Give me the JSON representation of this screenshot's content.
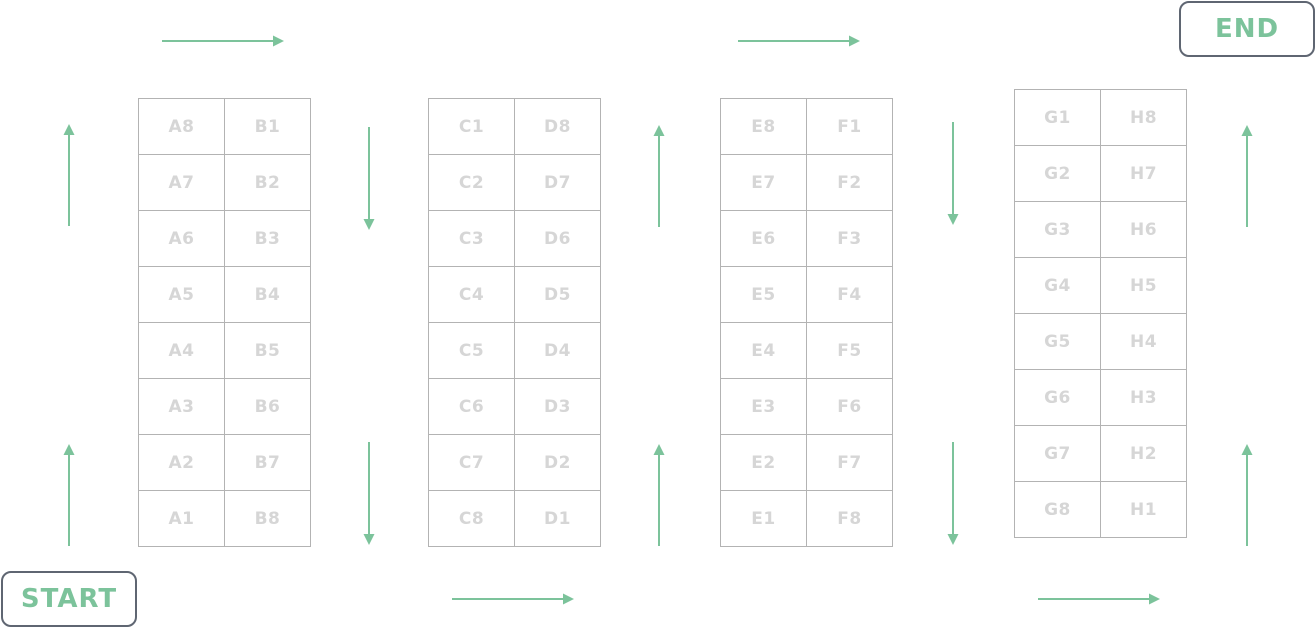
{
  "colors": {
    "arrow": "#7cc39b",
    "terminal_text": "#7cc39b",
    "terminal_border": "#5f6672",
    "grid_line": "#b3b3b3",
    "cell_text": "#d6d6d6"
  },
  "terminals": {
    "start": "START",
    "end": "END"
  },
  "racks": [
    {
      "cells": [
        "A8",
        "B1",
        "A7",
        "B2",
        "A6",
        "B3",
        "A5",
        "B4",
        "A4",
        "B5",
        "A3",
        "B6",
        "A2",
        "B7",
        "A1",
        "B8"
      ]
    },
    {
      "cells": [
        "C1",
        "D8",
        "C2",
        "D7",
        "C3",
        "D6",
        "C4",
        "D5",
        "C5",
        "D4",
        "C6",
        "D3",
        "C7",
        "D2",
        "C8",
        "D1"
      ]
    },
    {
      "cells": [
        "E8",
        "F1",
        "E7",
        "F2",
        "E6",
        "F3",
        "E5",
        "F4",
        "E4",
        "F5",
        "E3",
        "F6",
        "E2",
        "F7",
        "E1",
        "F8"
      ]
    },
    {
      "cells": [
        "G1",
        "H8",
        "G2",
        "H7",
        "G3",
        "H6",
        "G4",
        "H5",
        "G5",
        "H4",
        "G6",
        "H3",
        "G7",
        "H2",
        "G8",
        "H1"
      ]
    }
  ],
  "arrows": [
    {
      "name": "arrow-up-1a",
      "direction": "up"
    },
    {
      "name": "arrow-up-1b",
      "direction": "up"
    },
    {
      "name": "arrow-right-top-1",
      "direction": "right"
    },
    {
      "name": "arrow-down-2a",
      "direction": "down"
    },
    {
      "name": "arrow-down-2b",
      "direction": "down"
    },
    {
      "name": "arrow-right-bottom-1",
      "direction": "right"
    },
    {
      "name": "arrow-up-3a",
      "direction": "up"
    },
    {
      "name": "arrow-up-3b",
      "direction": "up"
    },
    {
      "name": "arrow-right-top-2",
      "direction": "right"
    },
    {
      "name": "arrow-down-4a",
      "direction": "down"
    },
    {
      "name": "arrow-down-4b",
      "direction": "down"
    },
    {
      "name": "arrow-right-bottom-2",
      "direction": "right"
    },
    {
      "name": "arrow-up-5a",
      "direction": "up"
    },
    {
      "name": "arrow-up-5b",
      "direction": "up"
    }
  ]
}
